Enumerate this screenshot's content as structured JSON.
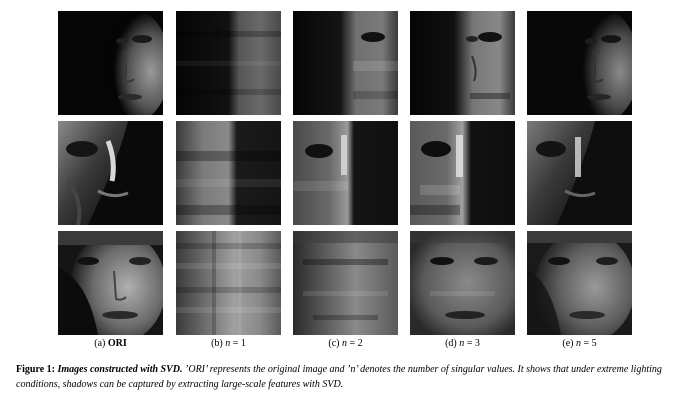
{
  "figure": {
    "columns": [
      {
        "prefix": "(a)",
        "label": "ORI",
        "bold": true
      },
      {
        "prefix": "(b)",
        "var": "n",
        "eq": "= 1"
      },
      {
        "prefix": "(c)",
        "var": "n",
        "eq": "= 2"
      },
      {
        "prefix": "(d)",
        "var": "n",
        "eq": "= 3"
      },
      {
        "prefix": "(e)",
        "var": "n",
        "eq": "= 5"
      }
    ],
    "caption": {
      "number": "Figure 1:",
      "title": "Images constructed with SVD.",
      "body": "’ORI’ represents the original image and ’n’ denotes the number of singular values. It shows that under extreme lighting conditions, shadows can be captured by extracting large-scale features with SVD."
    }
  }
}
